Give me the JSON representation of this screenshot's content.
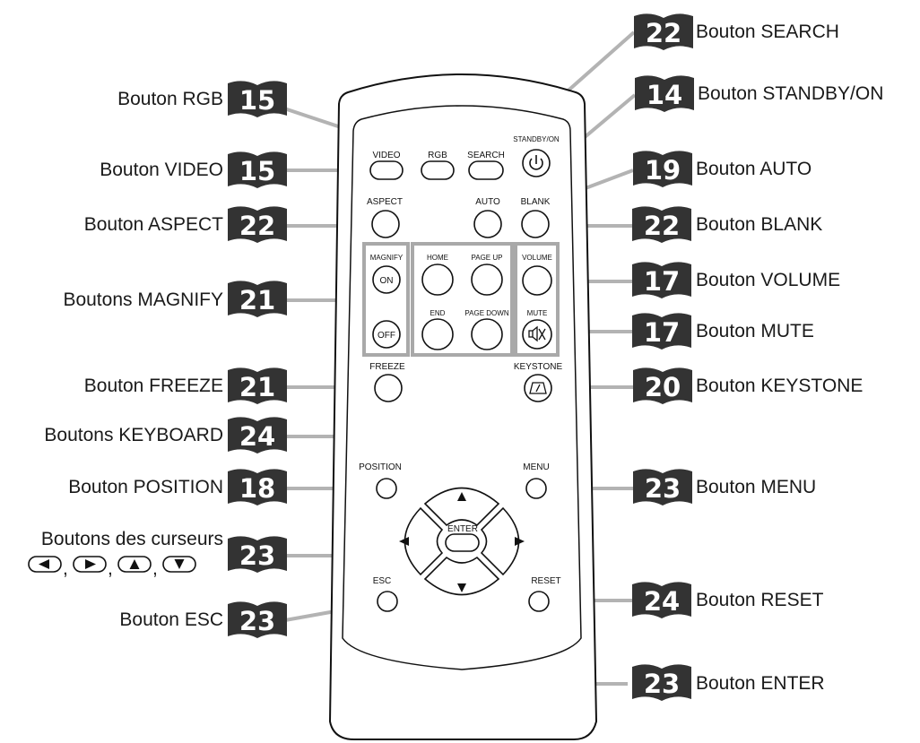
{
  "remote": {
    "buttons": {
      "video": "VIDEO",
      "rgb": "RGB",
      "search": "SEARCH",
      "standby": "STANDBY/ON",
      "aspect": "ASPECT",
      "auto": "AUTO",
      "blank": "BLANK",
      "magnify": "MAGNIFY",
      "on": "ON",
      "off": "OFF",
      "home": "HOME",
      "page_up": "PAGE UP",
      "end": "END",
      "page_down": "PAGE DOWN",
      "volume": "VOLUME",
      "mute": "MUTE",
      "freeze": "FREEZE",
      "keystone": "KEYSTONE",
      "position": "POSITION",
      "menu": "MENU",
      "enter": "ENTER",
      "esc": "ESC",
      "reset": "RESET"
    }
  },
  "callouts": {
    "search": {
      "page": "22",
      "label": "Bouton SEARCH"
    },
    "standby": {
      "page": "14",
      "label": "Bouton STANDBY/ON"
    },
    "rgb": {
      "page": "15",
      "label": "Bouton RGB"
    },
    "video": {
      "page": "15",
      "label": "Bouton VIDEO"
    },
    "auto": {
      "page": "19",
      "label": "Bouton AUTO"
    },
    "aspect": {
      "page": "22",
      "label": "Bouton ASPECT"
    },
    "blank": {
      "page": "22",
      "label": "Bouton BLANK"
    },
    "magnify": {
      "page": "21",
      "label": "Boutons MAGNIFY"
    },
    "volume": {
      "page": "17",
      "label": "Bouton VOLUME"
    },
    "mute": {
      "page": "17",
      "label": "Bouton MUTE"
    },
    "freeze": {
      "page": "21",
      "label": "Bouton FREEZE"
    },
    "keystone": {
      "page": "20",
      "label": "Bouton KEYSTONE"
    },
    "keyboard": {
      "page": "24",
      "label": "Boutons KEYBOARD"
    },
    "position": {
      "page": "18",
      "label": "Bouton POSITION"
    },
    "menu": {
      "page": "23",
      "label": "Bouton MENU"
    },
    "cursors": {
      "page": "23",
      "label": "Boutons des curseurs",
      "separator": ","
    },
    "reset": {
      "page": "24",
      "label": "Bouton RESET"
    },
    "esc": {
      "page": "23",
      "label": "Bouton ESC"
    },
    "enter": {
      "page": "23",
      "label": "Bouton ENTER"
    }
  },
  "colors": {
    "badge": "#333333",
    "leader": "#b3b3b3"
  }
}
